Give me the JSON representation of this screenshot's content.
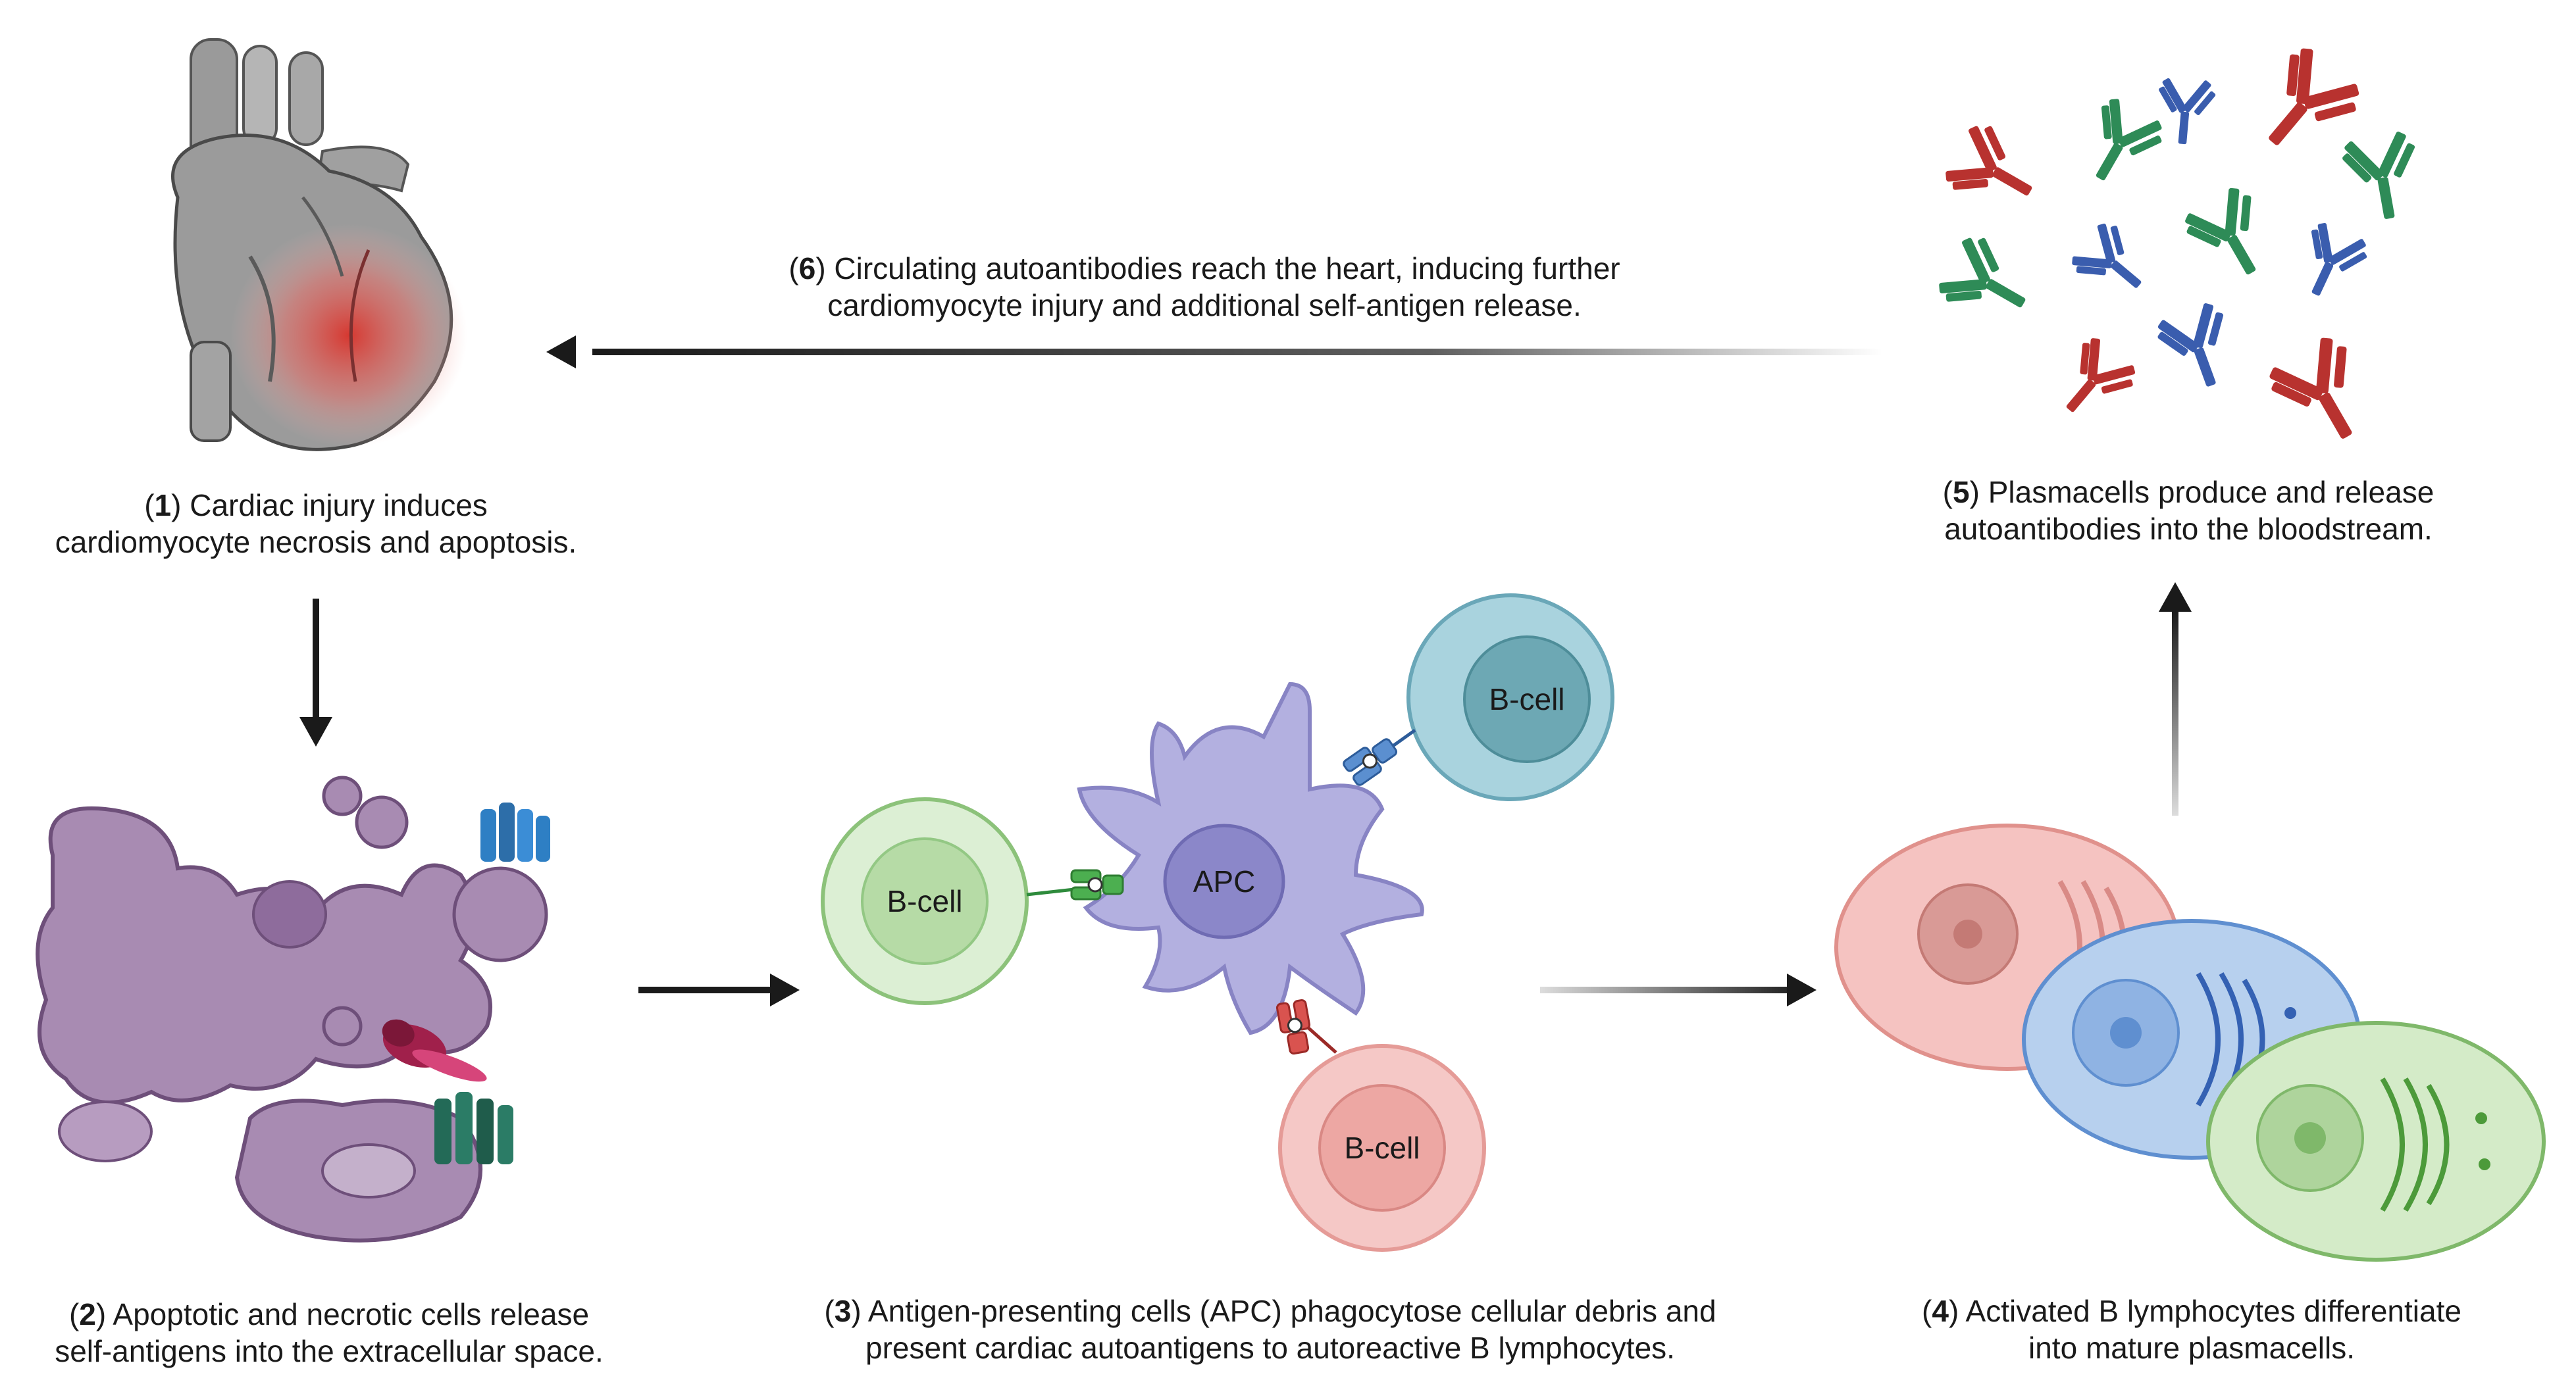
{
  "steps": [
    {
      "num": "1",
      "line1": "Cardiac injury induces",
      "line2": "cardiomyocyte necrosis and apoptosis."
    },
    {
      "num": "2",
      "line1": "Apoptotic and necrotic cells release",
      "line2": "self-antigens into the extracellular space."
    },
    {
      "num": "3",
      "line1": "Antigen-presenting cells (APC) phagocytose cellular debris and",
      "line2": "present cardiac autoantigens to autoreactive B lymphocytes."
    },
    {
      "num": "4",
      "line1": "Activated B lymphocytes differentiate",
      "line2": "into mature plasmacells."
    },
    {
      "num": "5",
      "line1": "Plasmacells produce and release",
      "line2": "autoantibodies into the bloodstream."
    },
    {
      "num": "6",
      "line1": "Circulating autoantibodies reach the heart, inducing further",
      "line2": "cardiomyocyte injury and additional self-antigen release."
    }
  ],
  "labels": {
    "apc": "APC",
    "bcell_green": "B-cell",
    "bcell_blue": "B-cell",
    "bcell_red": "B-cell"
  },
  "colors": {
    "antibody_red": "#b8322f",
    "antibody_green": "#2e8b57",
    "antibody_blue": "#3a5dae",
    "apc": "#b3b0e0",
    "debris": "#a98bb3",
    "heart": "#8a8a8a",
    "arrow": "#1a1a1a"
  }
}
